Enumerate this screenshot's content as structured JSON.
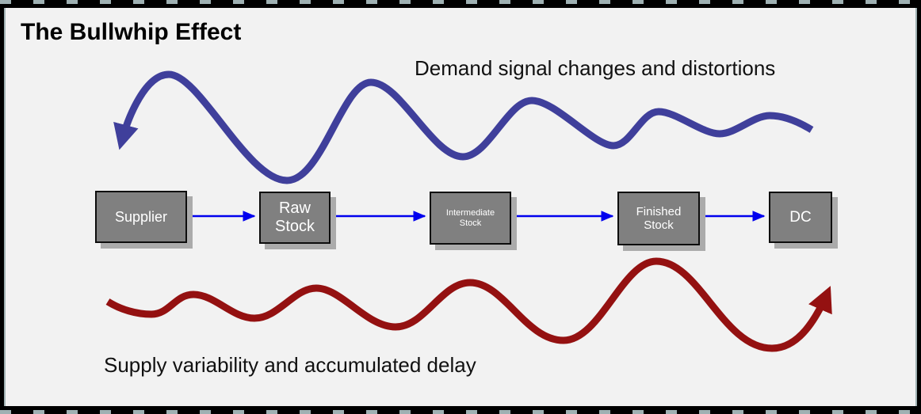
{
  "title": "The Bullwhip Effect",
  "annotations": {
    "demand": "Demand signal changes and distortions",
    "supply": "Supply variability and accumulated delay"
  },
  "nodes": [
    {
      "label": "Supplier"
    },
    {
      "label": "Raw Stock"
    },
    {
      "label": "Intermediate Stock"
    },
    {
      "label": "Finished Stock"
    },
    {
      "label": "DC"
    }
  ],
  "flow": {
    "direction": "left-to-right",
    "connector_count": 4
  },
  "waves": {
    "demand": {
      "description": "oscillating curve above the chain, amplitude decreasing left to right, arrowhead at left end pointing down-left",
      "color": "#3f3f9b"
    },
    "supply": {
      "description": "oscillating curve below the chain, amplitude increasing left to right, arrowhead at right end pointing up-right",
      "color": "#941111"
    }
  },
  "colors": {
    "demand_wave": "#3f3f9b",
    "supply_wave": "#941111",
    "connector": "#0000ee",
    "node_fill": "#808080",
    "node_text": "#ffffff",
    "background": "#f2f2f2",
    "frame": "#000000",
    "frame_accent": "#9fb1b3",
    "node_shadow": "#ababab"
  }
}
